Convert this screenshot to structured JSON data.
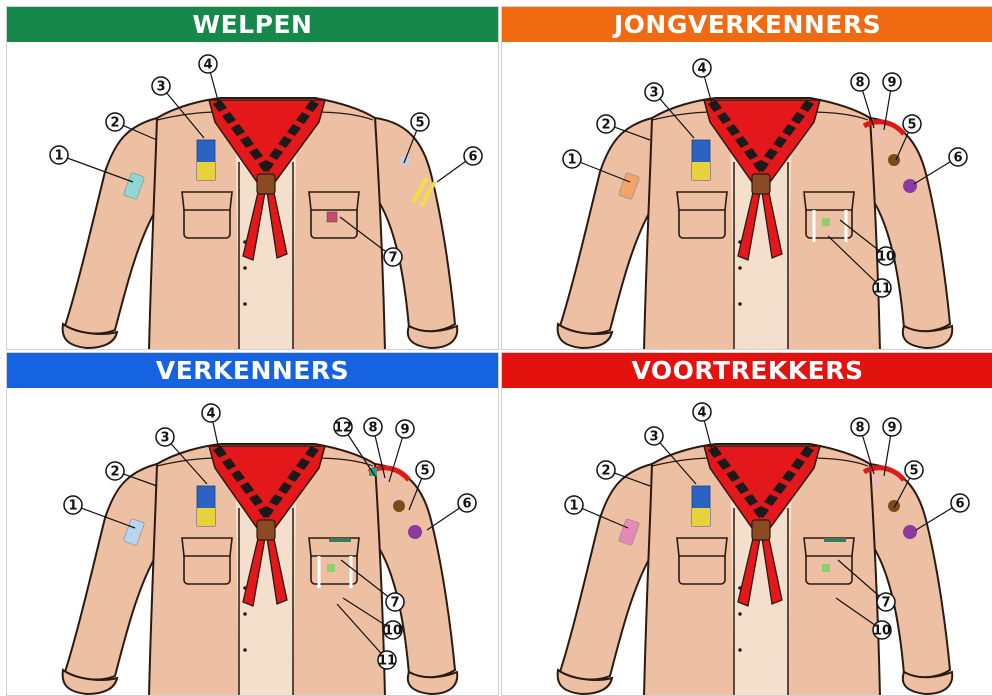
{
  "panels": [
    {
      "title": "WELPEN",
      "header_color": "#15884a",
      "badge1_color": "#8fd6d4",
      "callouts": [
        {
          "label": "1"
        },
        {
          "label": "2"
        },
        {
          "label": "3"
        },
        {
          "label": "4"
        },
        {
          "label": "5"
        },
        {
          "label": "6"
        },
        {
          "label": "7"
        }
      ]
    },
    {
      "title": "JONGVERKENNERS",
      "header_color": "#f06a12",
      "badge1_color": "#f3a46a",
      "callouts": [
        {
          "label": "1"
        },
        {
          "label": "2"
        },
        {
          "label": "3"
        },
        {
          "label": "4"
        },
        {
          "label": "8"
        },
        {
          "label": "9"
        },
        {
          "label": "5"
        },
        {
          "label": "6"
        },
        {
          "label": "10"
        },
        {
          "label": "11"
        }
      ]
    },
    {
      "title": "VERKENNERS",
      "header_color": "#1563e0",
      "badge1_color": "#b9d4ee",
      "callouts": [
        {
          "label": "1"
        },
        {
          "label": "2"
        },
        {
          "label": "3"
        },
        {
          "label": "4"
        },
        {
          "label": "12"
        },
        {
          "label": "8"
        },
        {
          "label": "9"
        },
        {
          "label": "5"
        },
        {
          "label": "6"
        },
        {
          "label": "7"
        },
        {
          "label": "10"
        },
        {
          "label": "11"
        }
      ]
    },
    {
      "title": "VOORTREKKERS",
      "header_color": "#e3120f",
      "badge1_color": "#e58ab8",
      "callouts": [
        {
          "label": "1"
        },
        {
          "label": "2"
        },
        {
          "label": "3"
        },
        {
          "label": "4"
        },
        {
          "label": "8"
        },
        {
          "label": "9"
        },
        {
          "label": "5"
        },
        {
          "label": "6"
        },
        {
          "label": "7"
        },
        {
          "label": "10"
        }
      ]
    }
  ],
  "colors": {
    "shirt": "#edc0a4",
    "shirt_inner": "#f3dfcb",
    "outline": "#2a1a12",
    "scarf_red": "#e4171b",
    "scarf_black": "#1a1a1a",
    "woggle": "#8a4a22"
  }
}
